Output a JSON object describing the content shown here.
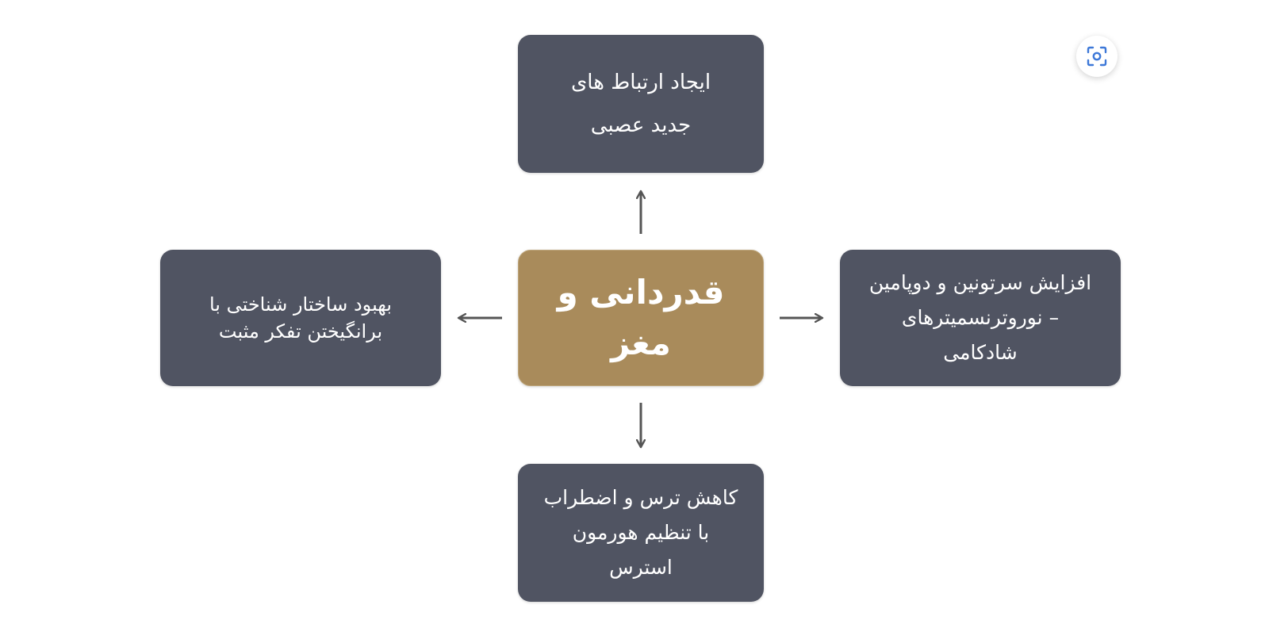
{
  "diagram": {
    "center": {
      "lines": [
        "قدردانی و",
        "مغز"
      ],
      "color": "#a98b5b"
    },
    "top": {
      "lines": [
        "ایجاد ارتباط های",
        "جدید عصبی"
      ]
    },
    "right": {
      "lines": [
        "افزایش سرتونین و دوپامین",
        "– نوروترنسمیترهای",
        "شادکامی"
      ]
    },
    "bottom": {
      "lines": [
        "کاهش ترس و اضطراب",
        "با تنظیم هورمون",
        "استرس"
      ]
    },
    "left": {
      "lines": [
        "بهبود ساختار شناختی با",
        "برانگیختن تفکر مثبت"
      ]
    },
    "box_color": "#505462",
    "arrow_color": "#555555"
  },
  "toolbar": {
    "lens_icon": "visual-search-icon"
  }
}
